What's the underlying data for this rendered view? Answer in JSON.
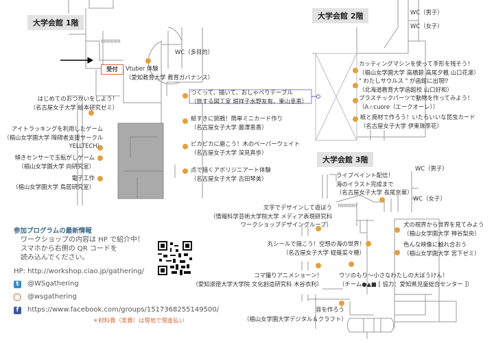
{
  "floors": {
    "f1": "大学会館 1階",
    "f2": "大学会館 2階",
    "f3": "大学会館 3階"
  },
  "wc": {
    "multi": "WC（多目的）",
    "men2": "WC（男子）",
    "women2": "WC（女子）",
    "men3": "WC（男子）",
    "women3": "WC（女子）"
  },
  "reception": "受付",
  "f1_items": [
    {
      "title": "Vtuber 体験",
      "org": "（愛知教育大学 教育ガバナンス）"
    },
    {
      "title": "つくって、描いて、おしゃべりテーブル",
      "org": "（旅する図工室 堀祥子水野友有、東山幸恵）"
    },
    {
      "title": "紙すきに挑戦！簡単ミニカード作り",
      "org": "（名古屋女子大学 藤澤恵香）"
    },
    {
      "title": "ピカピカに磨こう！木のペーパーウェイト",
      "org": "（名古屋女子大学 深見真歩）"
    },
    {
      "title": "点で描くアボリジニアート体験",
      "org": "（名古屋女子大学 古田琴美）"
    },
    {
      "title": "はじめてのおつかいをしよう！",
      "org": "（名古屋女子大学 絵本研究ゼミ）"
    },
    {
      "title": "アイトラッキングを利用したゲーム",
      "org": "（椙山女学園大学 障碍者支援サークル",
      "org2": "YELLTECH）"
    },
    {
      "title": "傾きセンサーで玉転がしゲーム",
      "org": "（椙山女学園大学 向研究室）"
    },
    {
      "title": "電子工作",
      "org": "（椙山女学園大学 鳥居研究室）"
    }
  ],
  "f2_items": [
    {
      "title": "カッティングマシンを使って手形を残そう！",
      "org": "（椙山女学園大学 高橋碧 高尾夕楓 山口花凜）"
    },
    {
      "title": "\" わたしサウルス \" が函館に出現⁉",
      "org": "（北海道教育大学函館校 山口好和）"
    },
    {
      "title": "プラスチックパーツで動物を作ってみよう！",
      "org": "（A☆cuore（エークオーレ））"
    },
    {
      "title": "紙と廃材で作ろう！いたらいいな昆虫カード",
      "org": "（名古屋女子大学 伊東珠李花）"
    }
  ],
  "f3_items": [
    {
      "title": "ライブペイント配信！",
      "title2": "海のイラスト完成まで",
      "org": "（名古屋女子大学 長尾京華）"
    },
    {
      "title": "文字でデザインして遊ぼう",
      "org": "（情報科学芸術大学院大学 メディア表現研究科",
      "org2": "ワークショップデザイングループ）"
    },
    {
      "title": "丸シールで描こう！空想の海の世界！",
      "org": "（名古屋女子大学 蛭薙菜々穂）"
    },
    {
      "title": "犬の視界から世界を見てみよう",
      "org": "（椙山女学園大学 神谷梨央）"
    },
    {
      "title": "色んな映像に触れ合おう",
      "org": "（椙山女学園大学 宮下ゼミ）"
    },
    {
      "title": "コマ撮りアニメショーン！",
      "org": "（愛知淑徳大学大学院 文化創造研究科 木谷衣利）"
    },
    {
      "title": "ウソのもり〜小さなわたしの大ぼうけん！",
      "org": "（チーム●▲■ [ 協力：愛知県児童総合センター ]）"
    },
    {
      "title": "音を作ろう",
      "org": "（椙山女学園大学デジタル＆クラフト）"
    }
  ],
  "info": {
    "heading": "参加プログラムの最新情報",
    "lines": [
      "ワークショップの内容は HP で紹介中！",
      "スマホから右側の QR コードを",
      "読み込んでください。"
    ],
    "hp": "HP: http://workshop.ciao.jp/gathering/",
    "twitter": "@WSgathering",
    "instagram": "@wsgathering",
    "facebook": "https://www.facebook.com/groups/1517368255149500/",
    "note": "＊材料費（実費）は現地で現金払い"
  },
  "colors": {
    "dot": "#e3a03c",
    "heading": "#3f6b8a",
    "note": "#d2693a",
    "twitter": "#3b8bc4",
    "instagram": "#d2693a",
    "facebook": "#3b5a99"
  }
}
